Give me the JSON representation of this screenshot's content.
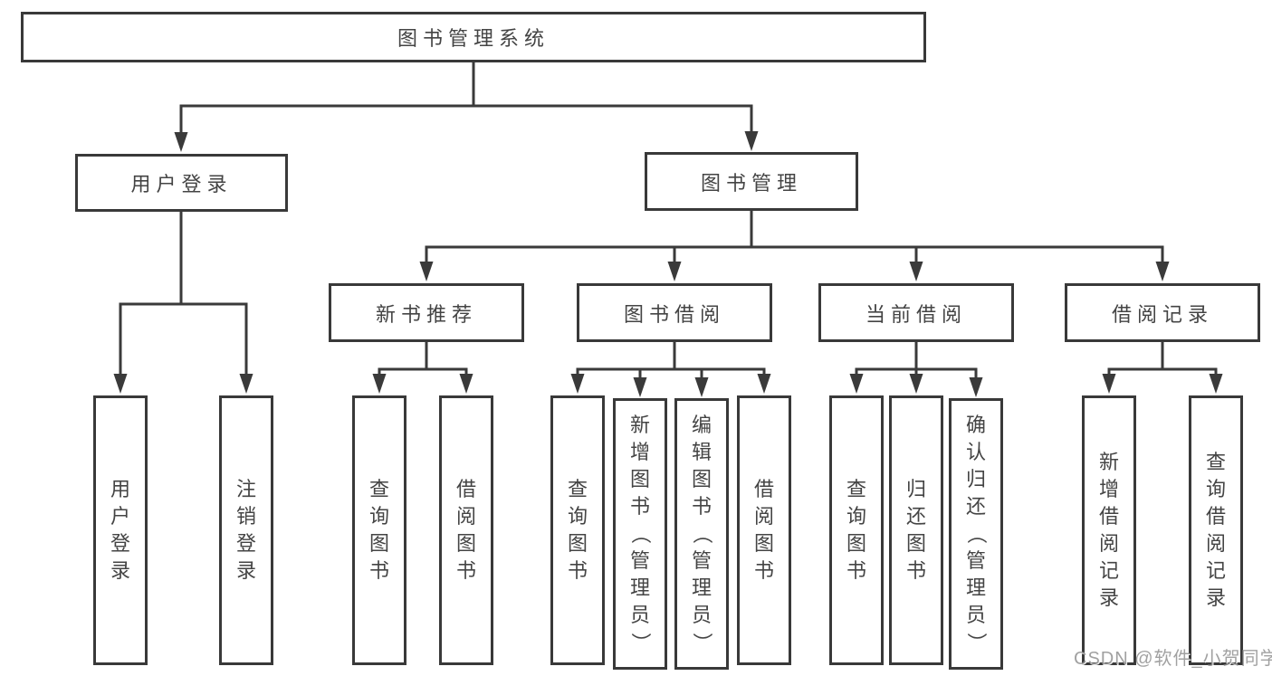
{
  "nodes": {
    "root": "图书管理系统",
    "user_login": "用户登录",
    "book_mgmt": "图书管理",
    "new_books": "新书推荐",
    "book_borrow": "图书借阅",
    "current_borrow": "当前借阅",
    "borrow_records": "借阅记录",
    "leaf_user_login": "用户登录",
    "leaf_logout": "注销登录",
    "leaf_query_books_a": "查询图书",
    "leaf_borrow_books_a": "借阅图书",
    "leaf_query_books_b": "查询图书",
    "leaf_add_books": "新增图书（管理员）",
    "leaf_edit_books": "编辑图书（管理员）",
    "leaf_borrow_books_b": "借阅图书",
    "leaf_query_books_c": "查询图书",
    "leaf_return_books": "归还图书",
    "leaf_confirm_return": "确认归还（管理员）",
    "leaf_add_record": "新增借阅记录",
    "leaf_query_record": "查询借阅记录"
  },
  "watermark": "CSDN @软件_小贺同学",
  "line_color": "#3a3a3a"
}
